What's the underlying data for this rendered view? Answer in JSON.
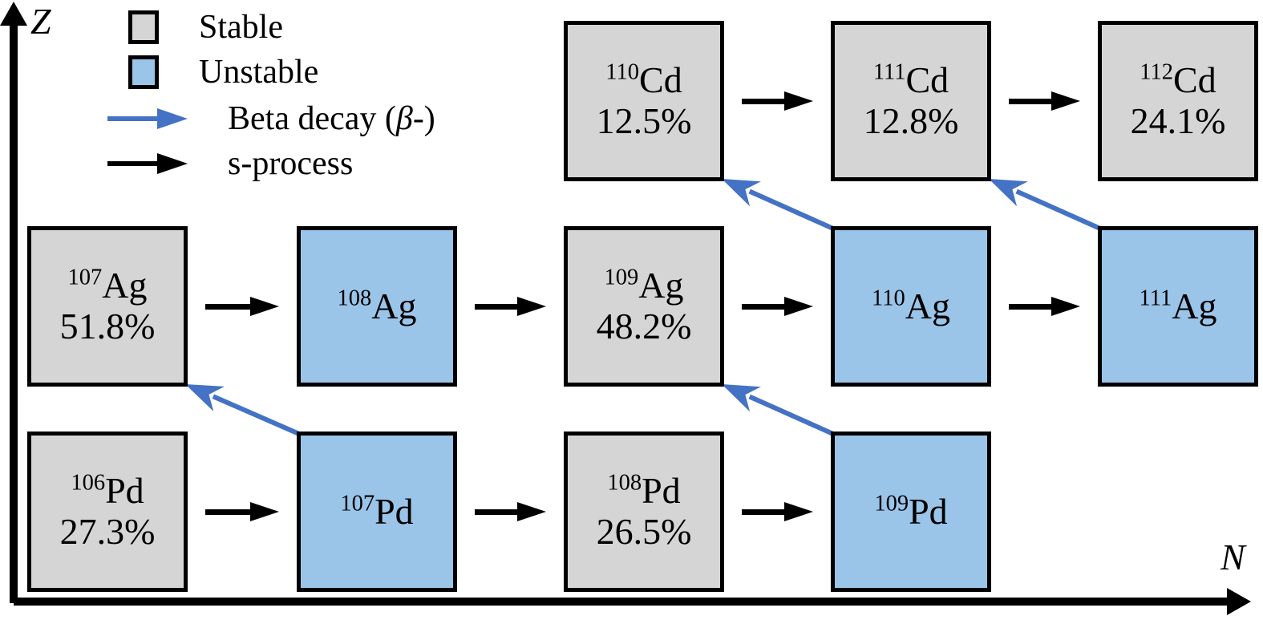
{
  "axes": {
    "z_label": "Z",
    "n_label": "N"
  },
  "legend": {
    "items": [
      {
        "type": "swatch",
        "variant": "stable",
        "label": "Stable",
        "color": "#d5d5d5"
      },
      {
        "type": "swatch",
        "variant": "unstable",
        "label": "Unstable",
        "color": "#9bc4e9"
      },
      {
        "type": "arrow",
        "variant": "beta",
        "label_pre": "Beta decay (",
        "label_sym": "β",
        "label_post": "-)",
        "color": "#4472c4"
      },
      {
        "type": "arrow",
        "variant": "s",
        "label": "s-process",
        "color": "#000000"
      }
    ]
  },
  "colors": {
    "stable": "#d5d5d5",
    "unstable": "#9bc4e9",
    "beta_arrow": "#4472c4",
    "s_arrow": "#000000",
    "border": "#000000",
    "background": "#ffffff"
  },
  "chart_data": {
    "type": "diagram",
    "title": "",
    "xlabel": "N",
    "ylabel": "Z",
    "grid": false,
    "rows": [
      {
        "element": "Cd",
        "nuclides": [
          {
            "mass": "110",
            "symbol": "Cd",
            "abundance": "12.5%",
            "state": "stable",
            "col": 2
          },
          {
            "mass": "111",
            "symbol": "Cd",
            "abundance": "12.8%",
            "state": "stable",
            "col": 3
          },
          {
            "mass": "112",
            "symbol": "Cd",
            "abundance": "24.1%",
            "state": "stable",
            "col": 4
          }
        ]
      },
      {
        "element": "Ag",
        "nuclides": [
          {
            "mass": "107",
            "symbol": "Ag",
            "abundance": "51.8%",
            "state": "stable",
            "col": 0
          },
          {
            "mass": "108",
            "symbol": "Ag",
            "abundance": "",
            "state": "unstable",
            "col": 1
          },
          {
            "mass": "109",
            "symbol": "Ag",
            "abundance": "48.2%",
            "state": "stable",
            "col": 2
          },
          {
            "mass": "110",
            "symbol": "Ag",
            "abundance": "",
            "state": "unstable",
            "col": 3
          },
          {
            "mass": "111",
            "symbol": "Ag",
            "abundance": "",
            "state": "unstable",
            "col": 4
          }
        ]
      },
      {
        "element": "Pd",
        "nuclides": [
          {
            "mass": "106",
            "symbol": "Pd",
            "abundance": "27.3%",
            "state": "stable",
            "col": 0
          },
          {
            "mass": "107",
            "symbol": "Pd",
            "abundance": "",
            "state": "unstable",
            "col": 1
          },
          {
            "mass": "108",
            "symbol": "Pd",
            "abundance": "26.5%",
            "state": "stable",
            "col": 2
          },
          {
            "mass": "109",
            "symbol": "Pd",
            "abundance": "",
            "state": "unstable",
            "col": 3
          }
        ]
      }
    ],
    "s_process_arrows": [
      {
        "from": "110Cd",
        "to": "111Cd"
      },
      {
        "from": "111Cd",
        "to": "112Cd"
      },
      {
        "from": "107Ag",
        "to": "108Ag"
      },
      {
        "from": "108Ag",
        "to": "109Ag"
      },
      {
        "from": "109Ag",
        "to": "110Ag"
      },
      {
        "from": "110Ag",
        "to": "111Ag"
      },
      {
        "from": "106Pd",
        "to": "107Pd"
      },
      {
        "from": "107Pd",
        "to": "108Pd"
      },
      {
        "from": "108Pd",
        "to": "109Pd"
      }
    ],
    "beta_decay_arrows": [
      {
        "from": "107Pd",
        "to": "107Ag"
      },
      {
        "from": "109Pd",
        "to": "109Ag"
      },
      {
        "from": "110Ag",
        "to": "110Cd"
      },
      {
        "from": "111Ag",
        "to": "111Cd"
      }
    ]
  }
}
